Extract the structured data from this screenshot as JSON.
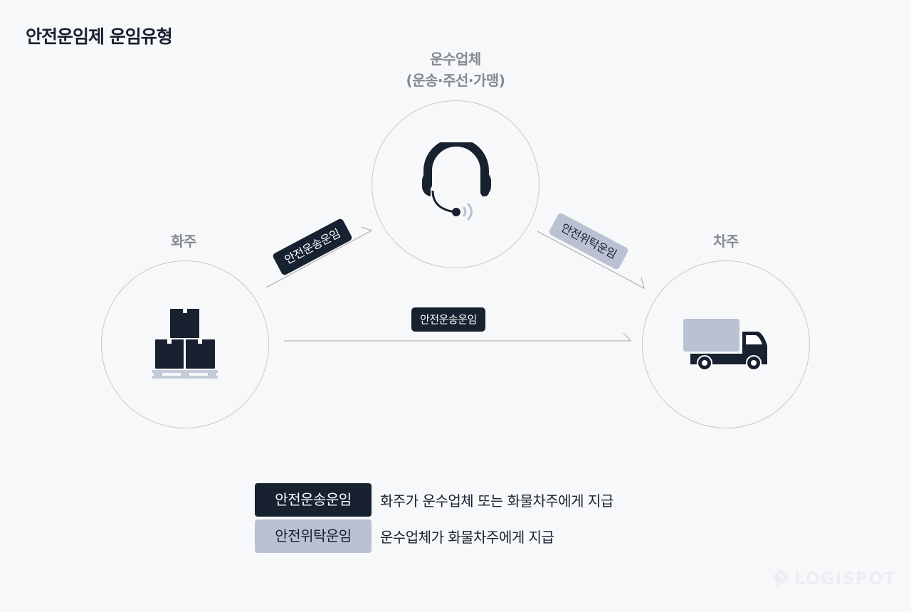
{
  "title": "안전운임제 운임유형",
  "nodes": {
    "carrier": {
      "label_line1": "운수업체",
      "label_line2": "(운송·주선·가맹)",
      "icon": "headset-icon"
    },
    "shipper": {
      "label": "화주",
      "icon": "boxes-pallet-icon"
    },
    "trucker": {
      "label": "차주",
      "icon": "truck-icon"
    }
  },
  "edges": {
    "shipper_to_carrier": {
      "label": "안전운송운임",
      "style": "dark"
    },
    "carrier_to_trucker": {
      "label": "안전위탁운임",
      "style": "light"
    },
    "shipper_to_trucker": {
      "label": "안전운송운임",
      "style": "dark"
    }
  },
  "legend": [
    {
      "chip": "안전운송운임",
      "text": "화주가 운수업체 또는 화물차주에게 지급",
      "style": "dark"
    },
    {
      "chip": "안전위탁운임",
      "text": "운수업체가 화물차주에게 지급",
      "style": "light"
    }
  ],
  "watermark": "LOGISPOT",
  "colors": {
    "dark": "#17212f",
    "light": "#b9c1d3",
    "label_gray": "#868b92",
    "background": "#f7f8fa"
  }
}
